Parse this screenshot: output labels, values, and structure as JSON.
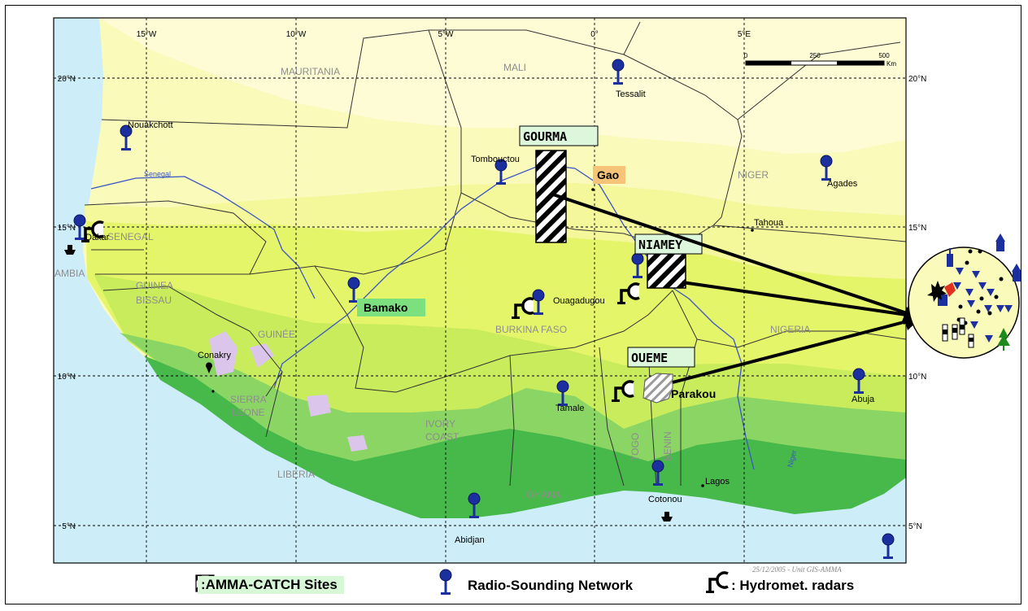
{
  "graticule": {
    "lon": [
      "15°W",
      "10°W",
      "5°W",
      "0°",
      "5°E"
    ],
    "lat": [
      "20°N",
      "15°N",
      "10°N",
      "5°N"
    ]
  },
  "countries": [
    {
      "id": "mauritania",
      "label": "MAURITANIA"
    },
    {
      "id": "mali",
      "label": "MALI"
    },
    {
      "id": "niger",
      "label": "NIGER"
    },
    {
      "id": "senegal",
      "label": "SENEGAL"
    },
    {
      "id": "gambia",
      "label": "AMBIA"
    },
    {
      "id": "guinea-bissau-1",
      "label": "GUINEA"
    },
    {
      "id": "guinea-bissau-2",
      "label": "BISSAU"
    },
    {
      "id": "guinee",
      "label": "GUINÉE"
    },
    {
      "id": "burkina",
      "label": "BURKINA FASO"
    },
    {
      "id": "nigeria",
      "label": "NIGERIA"
    },
    {
      "id": "sierra1",
      "label": "SIERRA"
    },
    {
      "id": "sierra2",
      "label": "LEONE"
    },
    {
      "id": "liberia",
      "label": "LIBERIA"
    },
    {
      "id": "ivory1",
      "label": "IVORY"
    },
    {
      "id": "ivory2",
      "label": "COAST"
    },
    {
      "id": "ghana",
      "label": "GHANA"
    },
    {
      "id": "togo",
      "label": "TOGO"
    },
    {
      "id": "benin",
      "label": "BENIN"
    }
  ],
  "cities": [
    {
      "id": "nouakchott",
      "label": "Nouakchott"
    },
    {
      "id": "dakar",
      "label": "Dakar"
    },
    {
      "id": "tombouctou",
      "label": "Tombouctou"
    },
    {
      "id": "tessalit",
      "label": "Tessalit"
    },
    {
      "id": "agades",
      "label": "Agades"
    },
    {
      "id": "tahoua",
      "label": "Tahoua"
    },
    {
      "id": "ouagadougou",
      "label": "Ouagadugou"
    },
    {
      "id": "conakry",
      "label": "Conakry"
    },
    {
      "id": "tamale",
      "label": "Tamale"
    },
    {
      "id": "abuja",
      "label": "Abuja"
    },
    {
      "id": "cotonou",
      "label": "Cotonou"
    },
    {
      "id": "lagos",
      "label": "Lagos"
    },
    {
      "id": "abidjan",
      "label": "Abidjan"
    }
  ],
  "highlighted_cities": [
    {
      "id": "bamako",
      "label": "Bamako"
    },
    {
      "id": "gao",
      "label": "Gao"
    },
    {
      "id": "parakou",
      "label": "Parakou"
    }
  ],
  "sites": [
    {
      "id": "gourma",
      "label": "GOURMA"
    },
    {
      "id": "niamey",
      "label": "NIAMEY"
    },
    {
      "id": "oueme",
      "label": "OUEME"
    }
  ],
  "rivers": [
    {
      "id": "senegal",
      "label": "Senegal"
    },
    {
      "id": "niger",
      "label": "Niger"
    }
  ],
  "scalebar": {
    "ticks": [
      "0",
      "250",
      "500"
    ],
    "unit": "Km"
  },
  "credit": "25/12/2005 - Unit GIS-AMMA",
  "legend": {
    "sites": ":AMMA-CATCH Sites",
    "radiosounding": "Radio-Sounding Network",
    "radars": ": Hydromet. radars"
  },
  "colors": {
    "ocean": "#cdeef8",
    "desert": "#fdfcd4",
    "sahara": "#fafabb",
    "sahel": "#f4f79a",
    "soudan": "#e5f56a",
    "guinea": "#c8ec5c",
    "humid": "#8ad564",
    "forest": "#46b94a",
    "marker": "#1c2f9e",
    "site_label_bg": "#dcf7dc",
    "city_highlight_bg": "#f6c478"
  }
}
